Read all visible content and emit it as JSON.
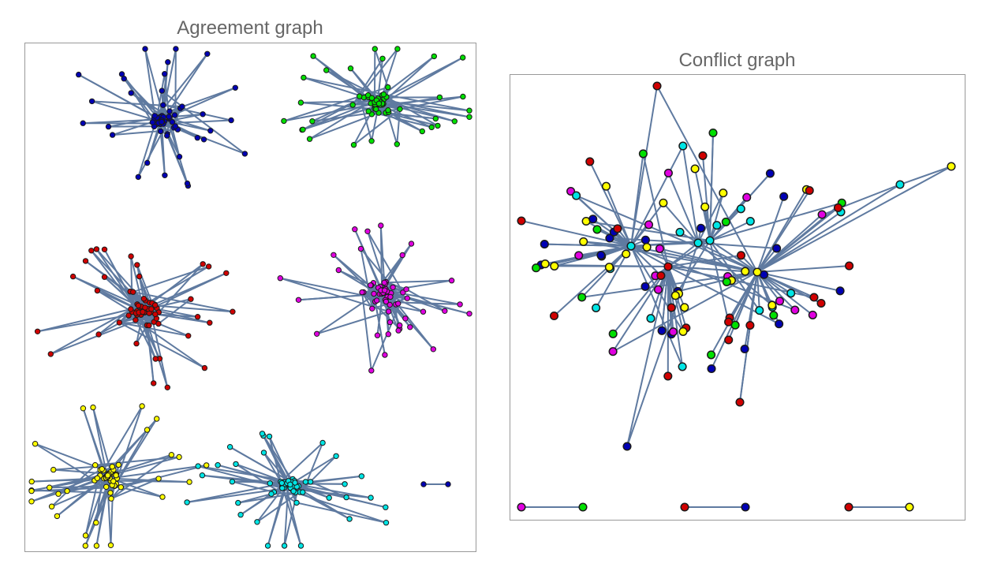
{
  "agreement_panel": {
    "title": "Agreement graph"
  },
  "conflict_panel": {
    "title": "Conflict graph"
  },
  "colors": {
    "blue": "#0000b4",
    "green": "#00e000",
    "red": "#d00000",
    "magenta": "#e000e0",
    "yellow": "#ffff00",
    "cyan": "#00e5e5",
    "edge": "#5f7aa0",
    "frame": "#999999",
    "title": "#666666"
  },
  "agreement_clusters": [
    {
      "color": "blue",
      "node_count": 70
    },
    {
      "color": "green",
      "node_count": 70
    },
    {
      "color": "red",
      "node_count": 70
    },
    {
      "color": "magenta",
      "node_count": 70
    },
    {
      "color": "yellow",
      "node_count": 70
    },
    {
      "color": "cyan",
      "node_count": 70
    },
    {
      "color": "blue",
      "node_count": 2
    }
  ],
  "conflict_components": [
    {
      "kind": "main",
      "hub_count": 5,
      "node_count": 100
    },
    {
      "kind": "pair",
      "colors": [
        "magenta",
        "green"
      ]
    },
    {
      "kind": "pair",
      "colors": [
        "red",
        "blue"
      ]
    },
    {
      "kind": "pair",
      "colors": [
        "red",
        "yellow"
      ]
    }
  ]
}
